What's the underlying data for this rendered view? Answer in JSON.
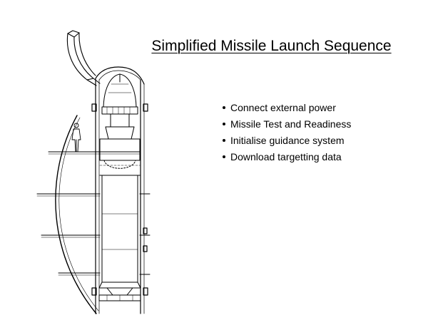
{
  "slide": {
    "title": "Simplified Missile Launch Sequence",
    "bullets": [
      "Connect external power",
      "Missile Test and Readiness",
      "Initialise guidance system",
      "Download targetting data"
    ]
  },
  "diagram": {
    "subject": "submarine-missile-tube-cross-section",
    "line_color": "#000000"
  }
}
